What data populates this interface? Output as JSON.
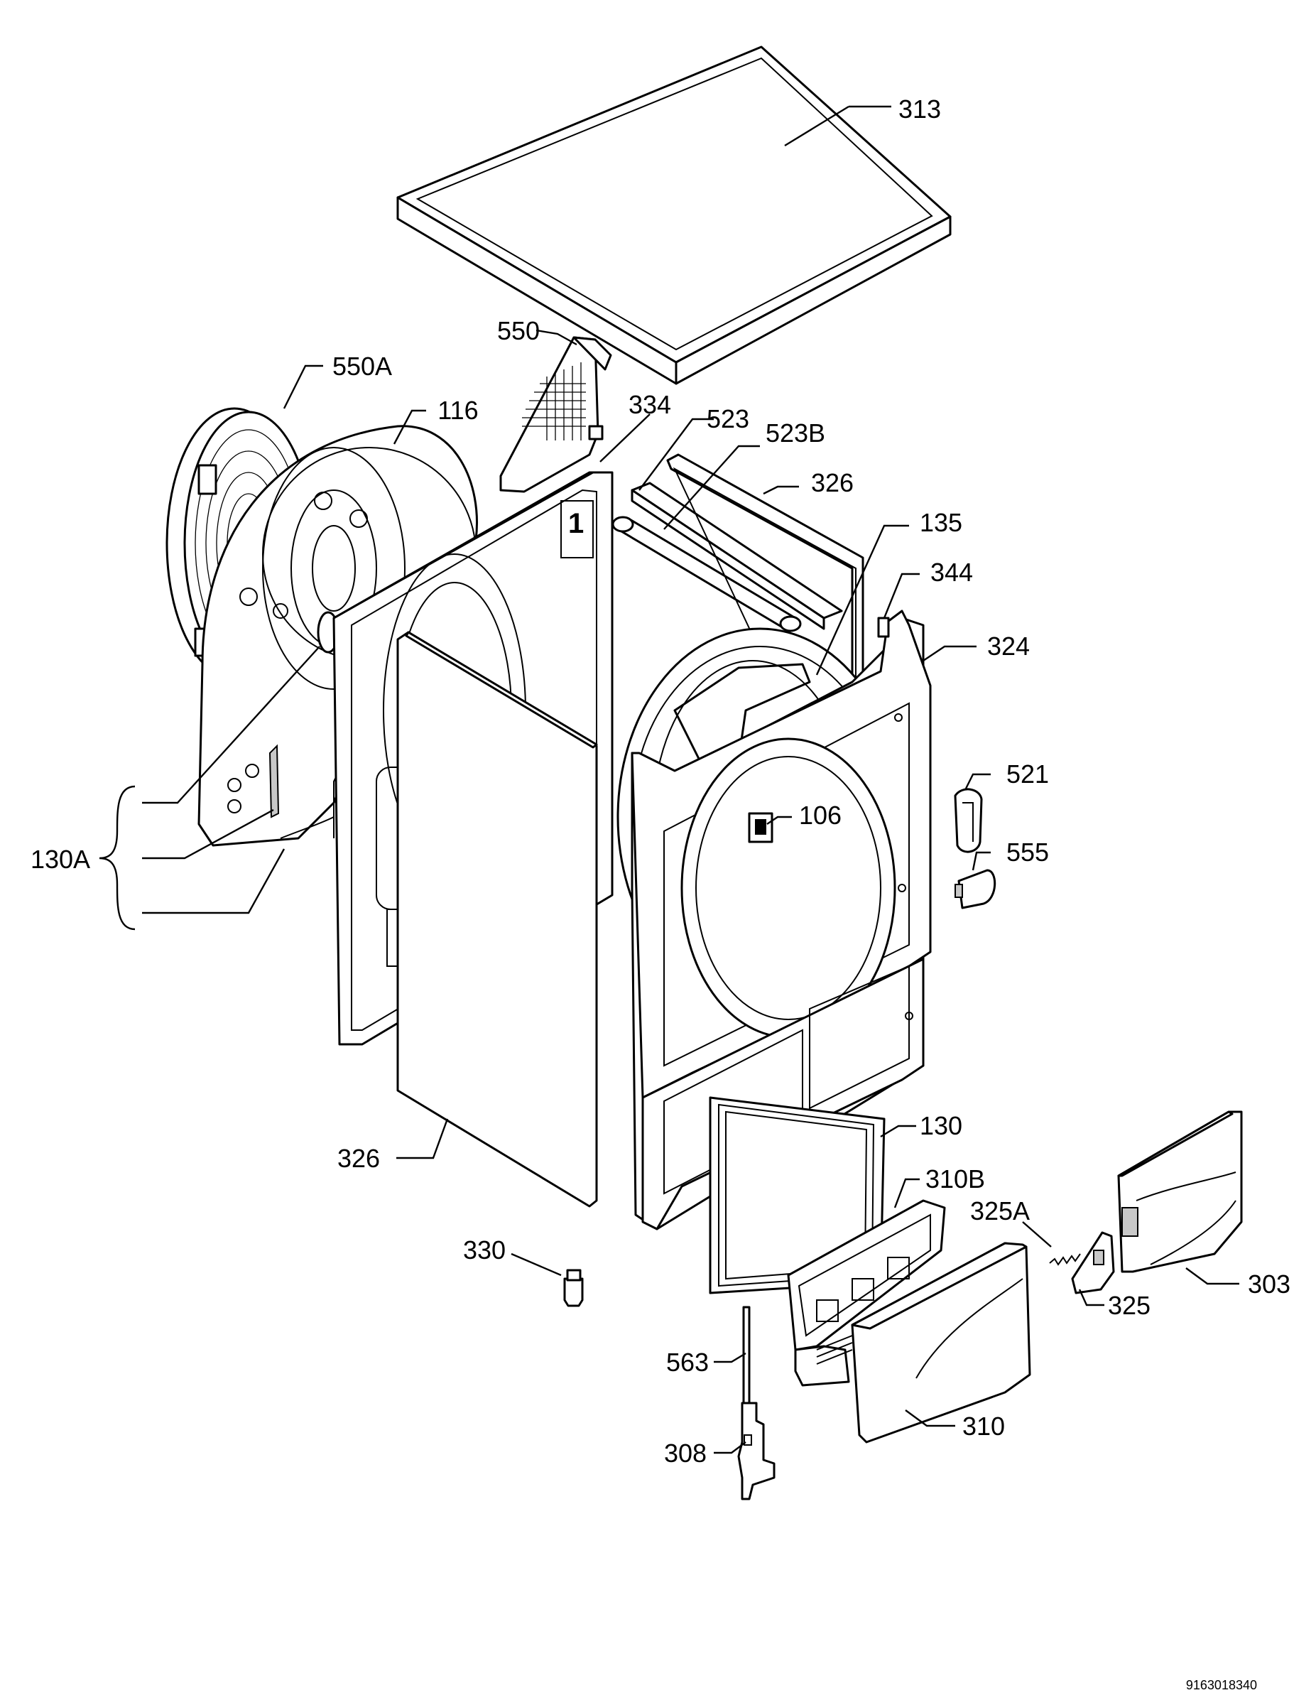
{
  "diagram": {
    "part_labels": {
      "p313": "313",
      "p550": "550",
      "p550A": "550A",
      "p116": "116",
      "p334": "334",
      "p523": "523",
      "p523B": "523B",
      "p326a": "326",
      "p135": "135",
      "p344": "344",
      "p324": "324",
      "p521": "521",
      "p106": "106",
      "p555": "555",
      "p130A": "130A",
      "p326b": "326",
      "p130": "130",
      "p310B": "310B",
      "p325A": "325A",
      "p330": "330",
      "p303": "303",
      "p325": "325",
      "p563": "563",
      "p310": "310",
      "p308": "308"
    },
    "reference_number": "9163018340"
  }
}
